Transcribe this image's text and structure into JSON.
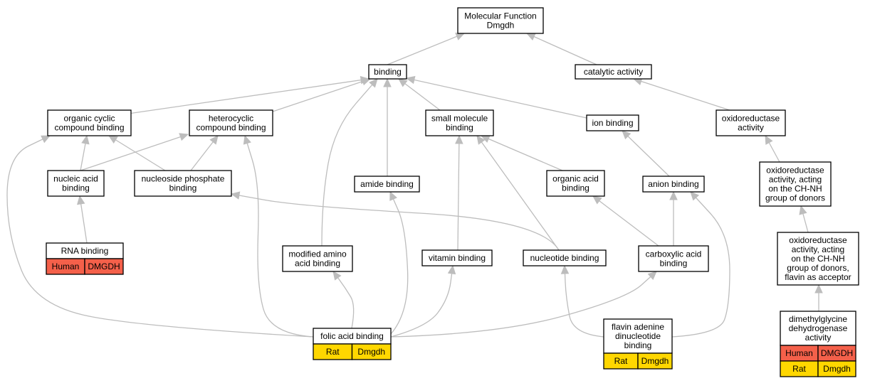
{
  "colors": {
    "edge": "#bdbdbd",
    "node_border": "#000000",
    "node_fill": "#ffffff",
    "human_fill": "#f4604a",
    "rat_fill": "#ffd700"
  },
  "nodes": {
    "mf": {
      "lines": [
        "Molecular Function",
        "Dmgdh"
      ]
    },
    "binding": {
      "lines": [
        "binding"
      ]
    },
    "catalytic": {
      "lines": [
        "catalytic activity"
      ]
    },
    "ocb": {
      "lines": [
        "organic cyclic",
        "compound binding"
      ]
    },
    "hcb": {
      "lines": [
        "heterocyclic",
        "compound binding"
      ]
    },
    "smb": {
      "lines": [
        "small molecule",
        "binding"
      ]
    },
    "ionb": {
      "lines": [
        "ion binding"
      ]
    },
    "oxred": {
      "lines": [
        "oxidoreductase",
        "activity"
      ]
    },
    "nab": {
      "lines": [
        "nucleic acid",
        "binding"
      ]
    },
    "nspb": {
      "lines": [
        "nucleoside phosphate",
        "binding"
      ]
    },
    "amideb": {
      "lines": [
        "amide binding"
      ]
    },
    "orgacid": {
      "lines": [
        "organic acid",
        "binding"
      ]
    },
    "anionb": {
      "lines": [
        "anion binding"
      ]
    },
    "oxchnh": {
      "lines": [
        "oxidoreductase",
        "activity, acting",
        "on the CH-NH",
        "group of donors"
      ]
    },
    "rnab": {
      "lines": [
        "RNA binding"
      ],
      "rows": [
        [
          "Human",
          "DMGDH"
        ]
      ]
    },
    "modaa": {
      "lines": [
        "modified amino",
        "acid binding"
      ]
    },
    "vitb": {
      "lines": [
        "vitamin binding"
      ]
    },
    "nucb": {
      "lines": [
        "nucleotide binding"
      ]
    },
    "carbox": {
      "lines": [
        "carboxylic acid",
        "binding"
      ]
    },
    "oxflav": {
      "lines": [
        "oxidoreductase",
        "activity, acting",
        "on the CH-NH",
        "group of donors,",
        "flavin as acceptor"
      ]
    },
    "folic": {
      "lines": [
        "folic acid binding"
      ],
      "rows": [
        [
          "Rat",
          "Dmgdh"
        ]
      ]
    },
    "fad": {
      "lines": [
        "flavin adenine",
        "dinucleotide",
        "binding"
      ],
      "rows": [
        [
          "Rat",
          "Dmgdh"
        ]
      ]
    },
    "dmgdh": {
      "lines": [
        "dimethylglycine",
        "dehydrogenase",
        "activity"
      ],
      "rows": [
        [
          "Human",
          "DMGDH"
        ],
        [
          "Rat",
          "Dmgdh"
        ]
      ]
    }
  }
}
